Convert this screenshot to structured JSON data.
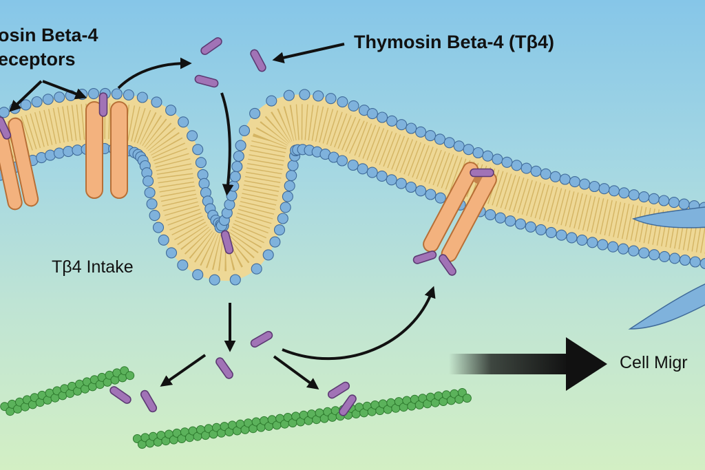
{
  "labels": {
    "receptors_line1": "osin Beta-4",
    "receptors_line2": "eceptors",
    "tb4": "Thymosin Beta-4 (Tβ4)",
    "intake": "Tβ4 Intake",
    "migration": "Cell Migr"
  },
  "colors": {
    "background_top": "#86c6e8",
    "background_bottom": "#d3efc4",
    "lipid_head": "#7fb2dc",
    "lipid_head_outline": "#3f6a99",
    "lipid_core": "#eed896",
    "receptor": "#f3b27e",
    "receptor_outline": "#b76f36",
    "peptide": "#a173b6",
    "actin_bead": "#5bb25b",
    "arrow": "#111111"
  }
}
